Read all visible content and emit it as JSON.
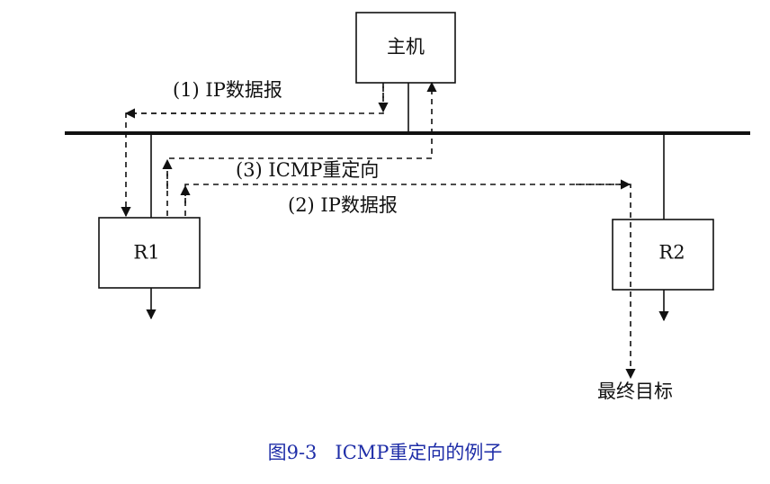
{
  "nodes": {
    "host": "主机",
    "r1": "R1",
    "r2": "R2",
    "destination": "最终目标"
  },
  "messages": {
    "m1": "(1) IP数据报",
    "m2": "(2) IP数据报",
    "m3": "(3) ICMP重定向"
  },
  "caption": "图9-3   ICMP重定向的例子",
  "colors": {
    "line": "#111111",
    "caption": "#1f2ea8"
  }
}
